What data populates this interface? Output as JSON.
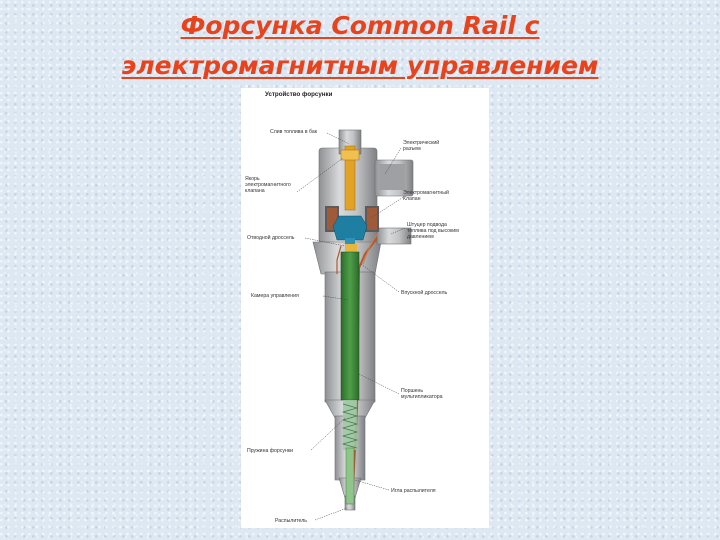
{
  "slide": {
    "title_line1": "Форсунка Common Rail с",
    "title_line2": "электромагнитным управлением"
  },
  "diagram": {
    "title": "Устройство форсунки",
    "labels": {
      "drain": "Слив топлива в бак",
      "connector_1": "Электрический",
      "connector_2": "разъем",
      "armature_1": "Якорь",
      "armature_2": "электромагнитного",
      "armature_3": "клапана",
      "coil_1": "Электромагнитный",
      "coil_2": "Клапан",
      "fitting_1": "Штуцер подвода",
      "fitting_2": "топлива под высоким",
      "fitting_3": "давлением",
      "outlet_throttle": "Отводной дроссель",
      "inlet_throttle": "Впускной дроссель",
      "control_chamber": "Камера управления",
      "piston_1": "Поршень",
      "piston_2": "мультипликатора",
      "spring": "Пружина форсунки",
      "needle": "Игла распылителя",
      "nozzle": "Распылитель"
    },
    "colors": {
      "body": "#c8c9cb",
      "body_dark": "#8f9093",
      "piston": "#3e8a3a",
      "armature": "#e2a225",
      "valve": "#1e7fa3",
      "fuel_line": "#b8562c",
      "needle": "#8fc48a"
    }
  }
}
